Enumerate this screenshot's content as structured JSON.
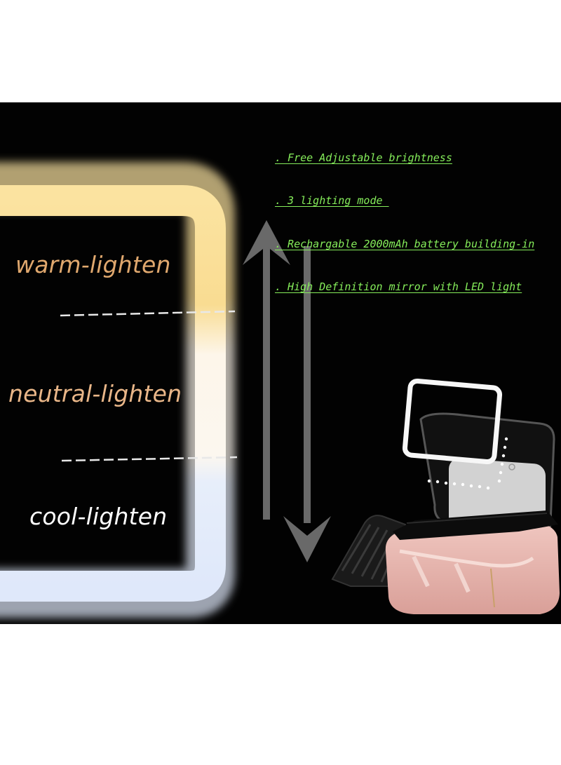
{
  "light_modes": [
    {
      "label": "warm-lighten",
      "color": "#e0a86e",
      "glow": "#f9d98f"
    },
    {
      "label": "neutral-lighten",
      "color": "#e9b688",
      "glow": "#fbf3e6"
    },
    {
      "label": "cool-lighten",
      "color": "#ffffff",
      "glow": "#dbe7fb"
    }
  ],
  "features": [
    ". Free Adjustable brightness",
    ". 3 lighting mode ",
    ". Rechargable 2000mAh battery building-in",
    ". High Definition mirror with LED light"
  ],
  "colors": {
    "background": "#020202",
    "feature_text": "#86ee5b",
    "arrow": "#8a8a8a",
    "case_pink": "#e8b7b0"
  }
}
